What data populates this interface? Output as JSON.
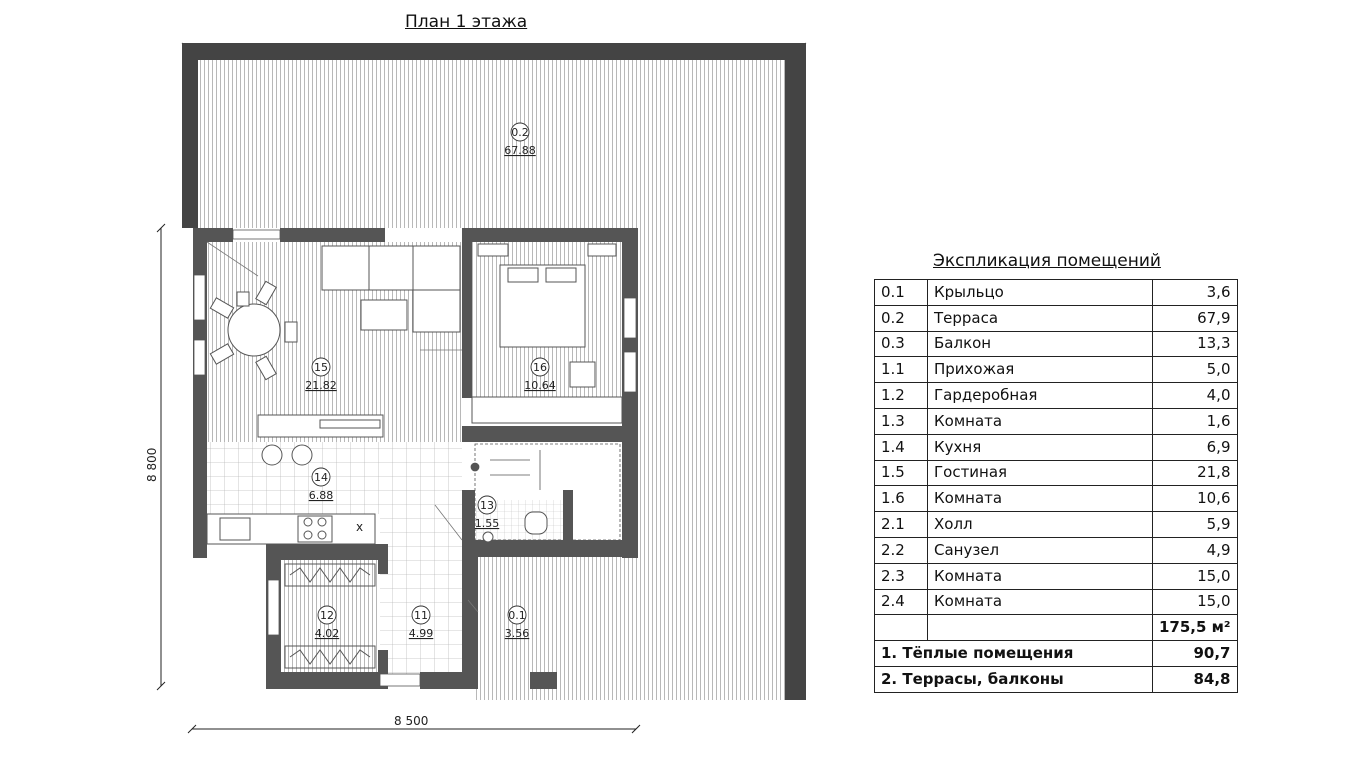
{
  "plan": {
    "title": "План 1 этажа",
    "dim_horizontal": "8 500",
    "dim_vertical": "8 800",
    "rooms": [
      {
        "num": "0.2",
        "area": "67.88"
      },
      {
        "num": "15",
        "area": "21.82"
      },
      {
        "num": "16",
        "area": "10.64"
      },
      {
        "num": "14",
        "area": "6.88"
      },
      {
        "num": "13",
        "area": "1.55"
      },
      {
        "num": "12",
        "area": "4.02"
      },
      {
        "num": "11",
        "area": "4.99"
      },
      {
        "num": "0.1",
        "area": "3.56"
      }
    ],
    "stove_mark": "x"
  },
  "explication": {
    "title": "Экспликация помещений",
    "rows": [
      {
        "num": "0.1",
        "name": "Крыльцо",
        "area": "3,6"
      },
      {
        "num": "0.2",
        "name": "Терраса",
        "area": "67,9"
      },
      {
        "num": "0.3",
        "name": "Балкон",
        "area": "13,3"
      },
      {
        "num": "1.1",
        "name": "Прихожая",
        "area": "5,0"
      },
      {
        "num": "1.2",
        "name": "Гардеробная",
        "area": "4,0"
      },
      {
        "num": "1.3",
        "name": "Комната",
        "area": "1,6"
      },
      {
        "num": "1.4",
        "name": "Кухня",
        "area": "6,9"
      },
      {
        "num": "1.5",
        "name": "Гостиная",
        "area": "21,8"
      },
      {
        "num": "1.6",
        "name": "Комната",
        "area": "10,6"
      },
      {
        "num": "2.1",
        "name": "Холл",
        "area": "5,9"
      },
      {
        "num": "2.2",
        "name": "Санузел",
        "area": "4,9"
      },
      {
        "num": "2.3",
        "name": "Комната",
        "area": "15,0"
      },
      {
        "num": "2.4",
        "name": "Комната",
        "area": "15,0"
      }
    ],
    "total": "175,5 м²",
    "summary": [
      {
        "label": "1. Тёплые помещения",
        "value": "90,7"
      },
      {
        "label": "2. Террасы, балконы",
        "value": "84,8"
      }
    ]
  }
}
